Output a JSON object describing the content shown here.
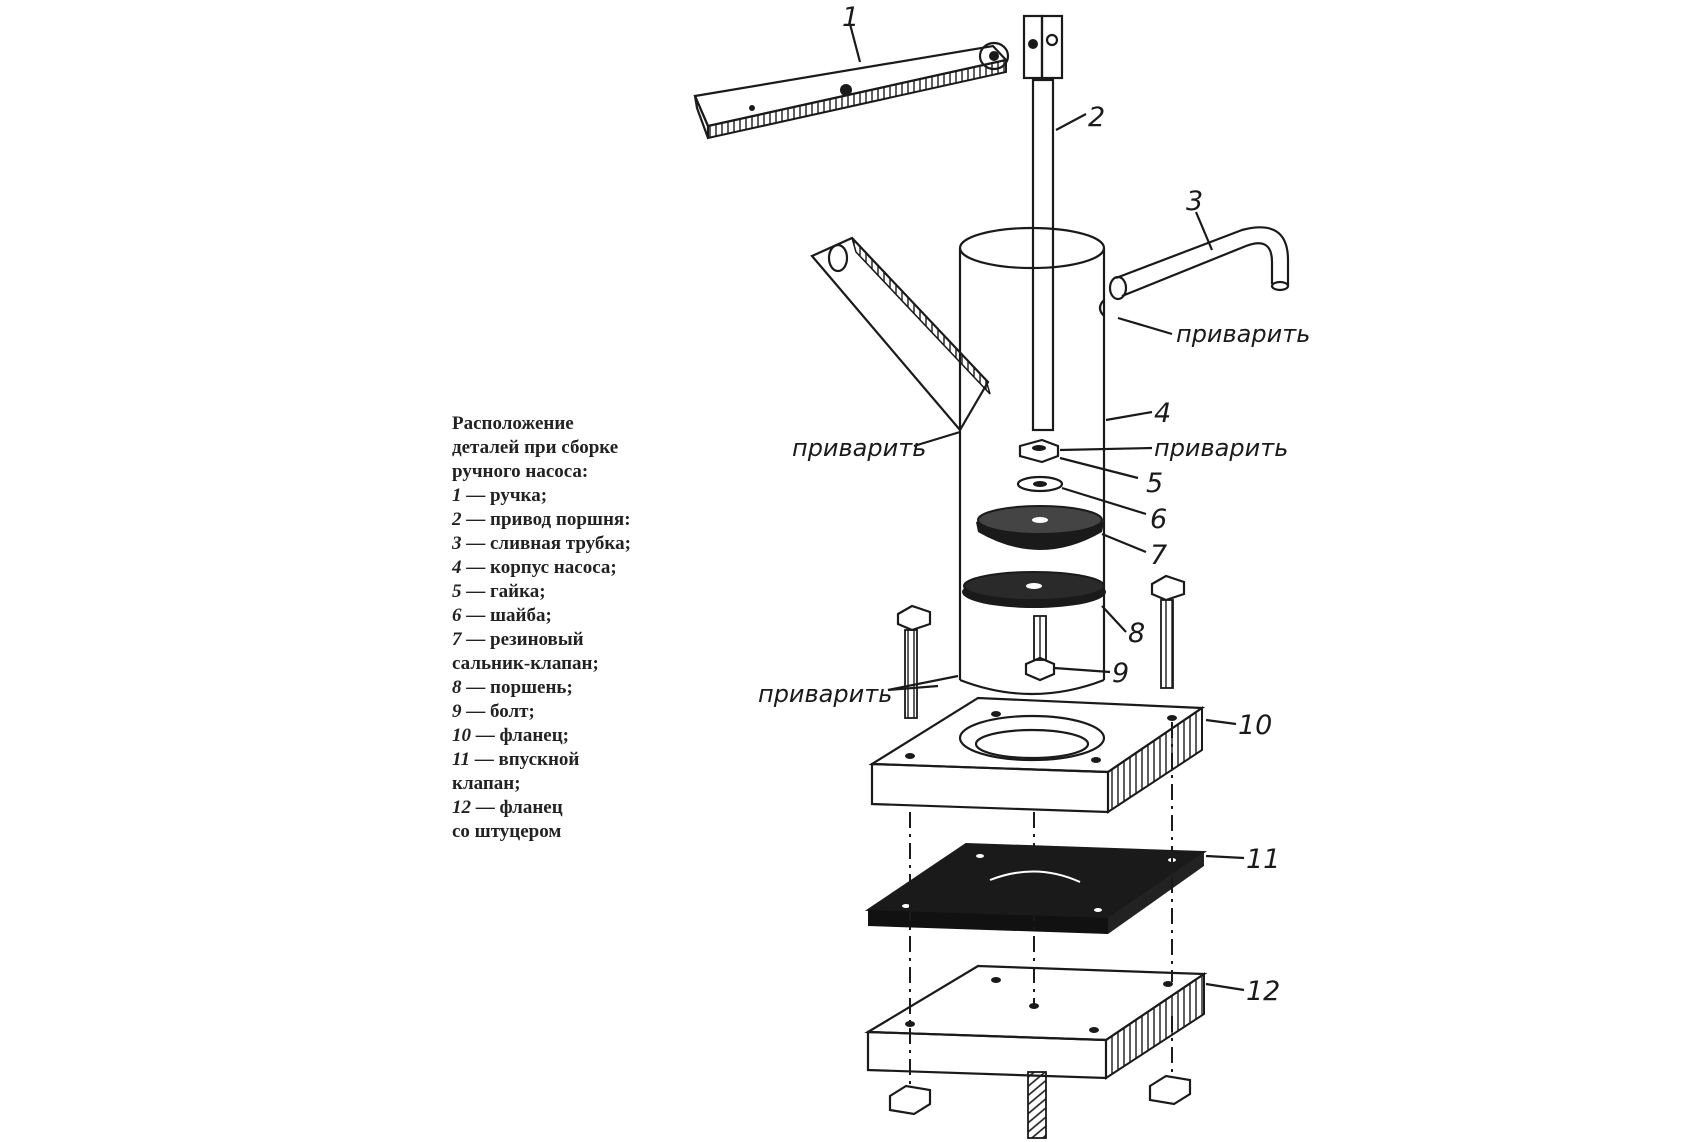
{
  "caption": {
    "heading_lines": [
      "Расположение",
      "деталей при сборке",
      "ручного насоса:"
    ],
    "items": [
      {
        "num": "1",
        "text": " — ручка;"
      },
      {
        "num": "2",
        "text": " — привод поршня:"
      },
      {
        "num": "3",
        "text": " — сливная трубка;"
      },
      {
        "num": "4",
        "text": " — корпус насоса;"
      },
      {
        "num": "5",
        "text": " — гайка;"
      },
      {
        "num": "6",
        "text": " — шайба;"
      },
      {
        "num": "7",
        "text": " — резиновый"
      },
      {
        "num": "",
        "text": "сальник-клапан;"
      },
      {
        "num": "8",
        "text": " — поршень;"
      },
      {
        "num": "9",
        "text": " — болт;"
      },
      {
        "num": "10",
        "text": " — фланец;"
      },
      {
        "num": "11",
        "text": " — впускной"
      },
      {
        "num": "",
        "text": "клапан;"
      },
      {
        "num": "12",
        "text": " — фланец"
      },
      {
        "num": "",
        "text": "со штуцером"
      }
    ]
  },
  "callouts": {
    "p1": "1",
    "p2": "2",
    "p3": "3",
    "p4": "4",
    "p5": "5",
    "p6": "6",
    "p7": "7",
    "p8": "8",
    "p9": "9",
    "p10": "10",
    "p11": "11",
    "p12": "12"
  },
  "weld_label": "приварить",
  "colors": {
    "ink": "#1a1a1a",
    "paper": "#ffffff"
  }
}
